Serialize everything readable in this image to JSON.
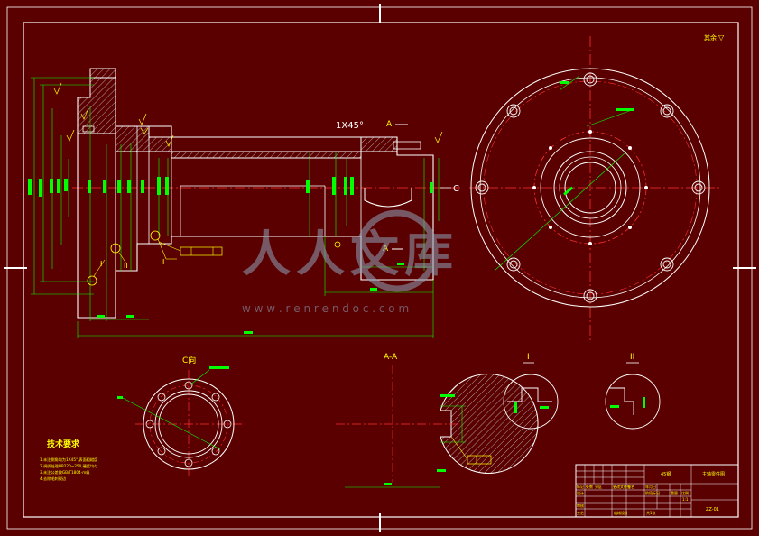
{
  "drawing": {
    "roughness_note": "其余",
    "chamfer_note": "1X45°",
    "section_label_a_top": "A",
    "section_label_a_bottom": "A",
    "centerline_label": "C",
    "view_c_label": "C向",
    "section_aa_label": "A-A",
    "detail_1_label": "I",
    "detail_2_label": "II",
    "leader_1": "I",
    "leader_2": "II",
    "leader_3": "I"
  },
  "tech_req": {
    "title": "技术要求",
    "lines": [
      "1.未注倒角均为1X45°,表面粗糙度",
      "2.调质处理HB220~250,硬度均匀",
      "3.未注公差按GB/T1804-m级",
      "4.去除毛刺锐边"
    ]
  },
  "title_block": {
    "part_name": "主轴零件图",
    "drawing_no": "ZZ-01",
    "material": "45钢",
    "scale": "1:1",
    "sheet": "共1张",
    "school": "机械设计",
    "row_labels": [
      "标记",
      "设计",
      "审核",
      "工艺"
    ],
    "small_cells": [
      "处数",
      "分区",
      "更改文件号",
      "签名",
      "年月日",
      "阶段标记",
      "重量",
      "比例"
    ]
  },
  "watermark": {
    "text": "人人文库",
    "url": "w w w . r e n r e n d o c . c o m"
  },
  "colors": {
    "background": "#5a0000",
    "line": "#ffffff",
    "dim": "#00ff00",
    "center": "#ff3030",
    "annotation": "#ffff00",
    "hatch": "#c8c8c8"
  }
}
